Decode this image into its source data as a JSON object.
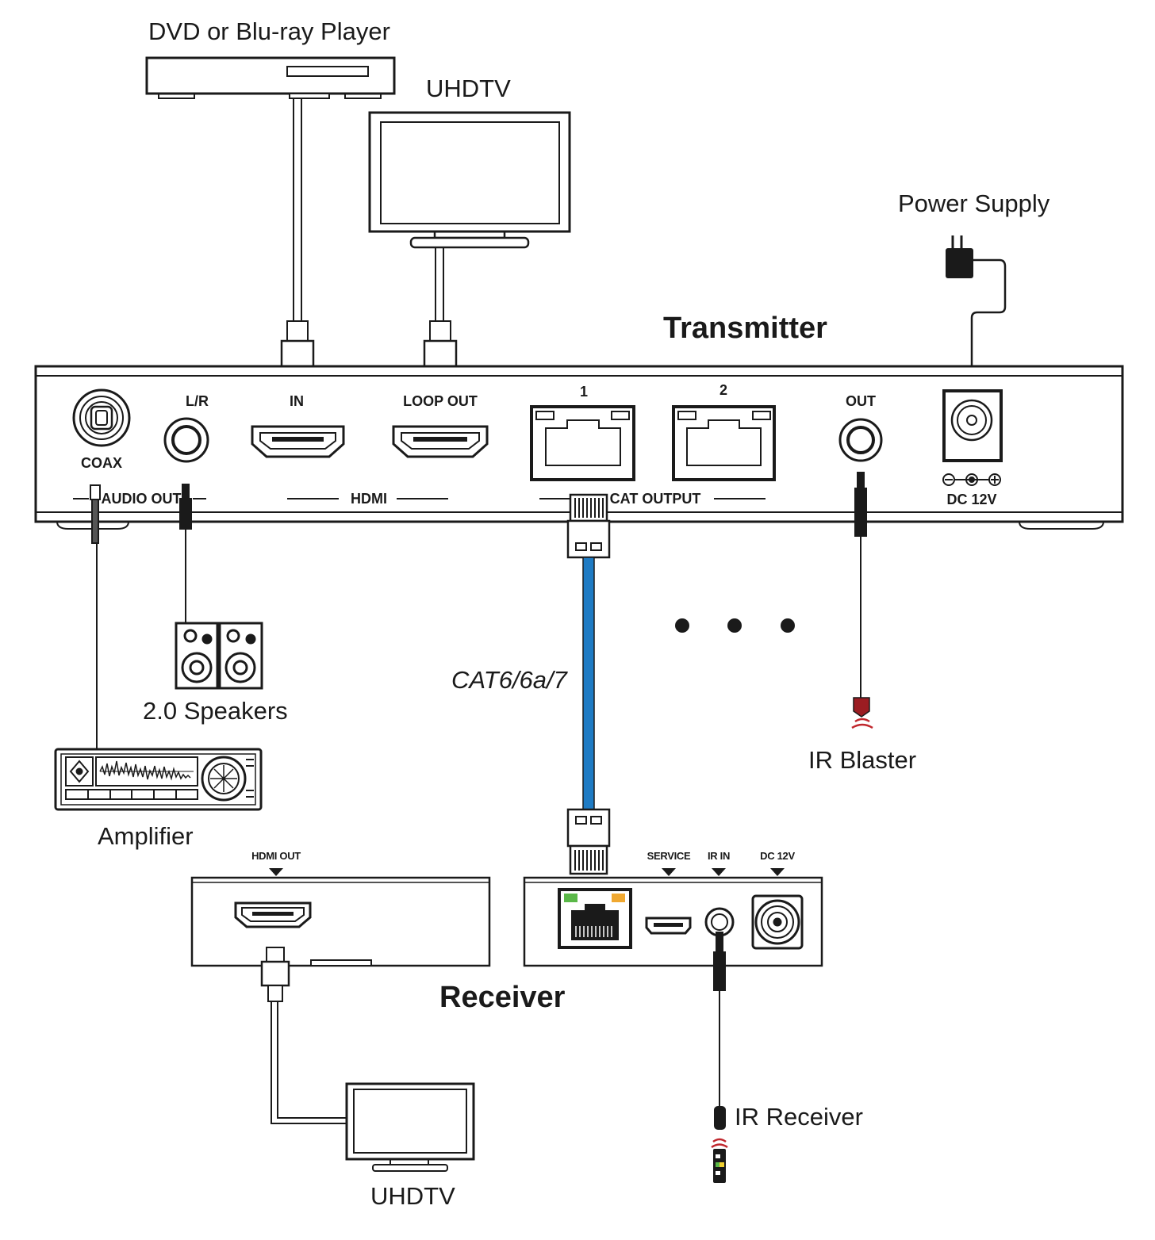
{
  "devices": {
    "dvd_player": "DVD or Blu-ray Player",
    "uhdtv_top": "UHDTV",
    "power_supply": "Power Supply",
    "speakers": "2.0 Speakers",
    "amplifier": "Amplifier",
    "ir_blaster": "IR Blaster",
    "ir_receiver": "IR Receiver",
    "uhdtv_bottom": "UHDTV"
  },
  "transmitter": {
    "title": "Transmitter",
    "ports": {
      "coax": "COAX",
      "lr": "L/R",
      "hdmi_in": "IN",
      "loop_out": "LOOP OUT",
      "cat1": "1",
      "cat2": "2",
      "ir_out": "OUT",
      "dc": "DC 12V"
    },
    "groups": {
      "audio_out": "AUDIO OUT",
      "hdmi": "HDMI",
      "cat_output": "CAT OUTPUT"
    }
  },
  "receiver": {
    "title": "Receiver",
    "ports": {
      "hdmi_out": "HDMI OUT",
      "service": "SERVICE",
      "ir_in": "IR IN",
      "dc": "DC 12V"
    }
  },
  "cable": {
    "label": "CAT6/6a/7",
    "color": "#1e7bc4"
  },
  "colors": {
    "ir_red": "#c0272d",
    "led_green": "#5ab848",
    "led_yellow": "#f0a830",
    "outline": "#1a1a1a"
  }
}
